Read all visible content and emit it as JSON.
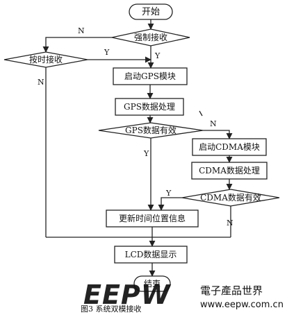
{
  "flowchart": {
    "nodes": {
      "start": {
        "label": "开始"
      },
      "force_receive": {
        "label": "强制接收"
      },
      "timed_receive": {
        "label": "按时接收"
      },
      "start_gps": {
        "label": "启动GPS模块"
      },
      "gps_process": {
        "label": "GPS数据处理"
      },
      "gps_valid": {
        "label": "GPS数据有效"
      },
      "start_cdma": {
        "label": "启动CDMA模块"
      },
      "cdma_process": {
        "label": "CDMA数据处理"
      },
      "cdma_valid": {
        "label": "CDMA数据有效"
      },
      "update_info": {
        "label": "更新时间位置信息"
      },
      "lcd_display": {
        "label": "LCD数据显示"
      },
      "end": {
        "label": "结束"
      }
    },
    "edge_labels": {
      "force_no": "N",
      "force_yes": "Y",
      "timed_yes": "Y",
      "timed_no": "N",
      "gps_yes": "Y",
      "gps_no": "N",
      "cdma_yes": "Y",
      "cdma_no": "N"
    }
  },
  "caption": "图3  系统双模接收",
  "watermark": {
    "logo": "EEPW",
    "brand": "電子產品世界",
    "site": "www.eepw.com.cn"
  },
  "colors": {
    "line": "#222222",
    "logo_red": "#c8201e",
    "watermark_gray": "#8a8a8a"
  }
}
